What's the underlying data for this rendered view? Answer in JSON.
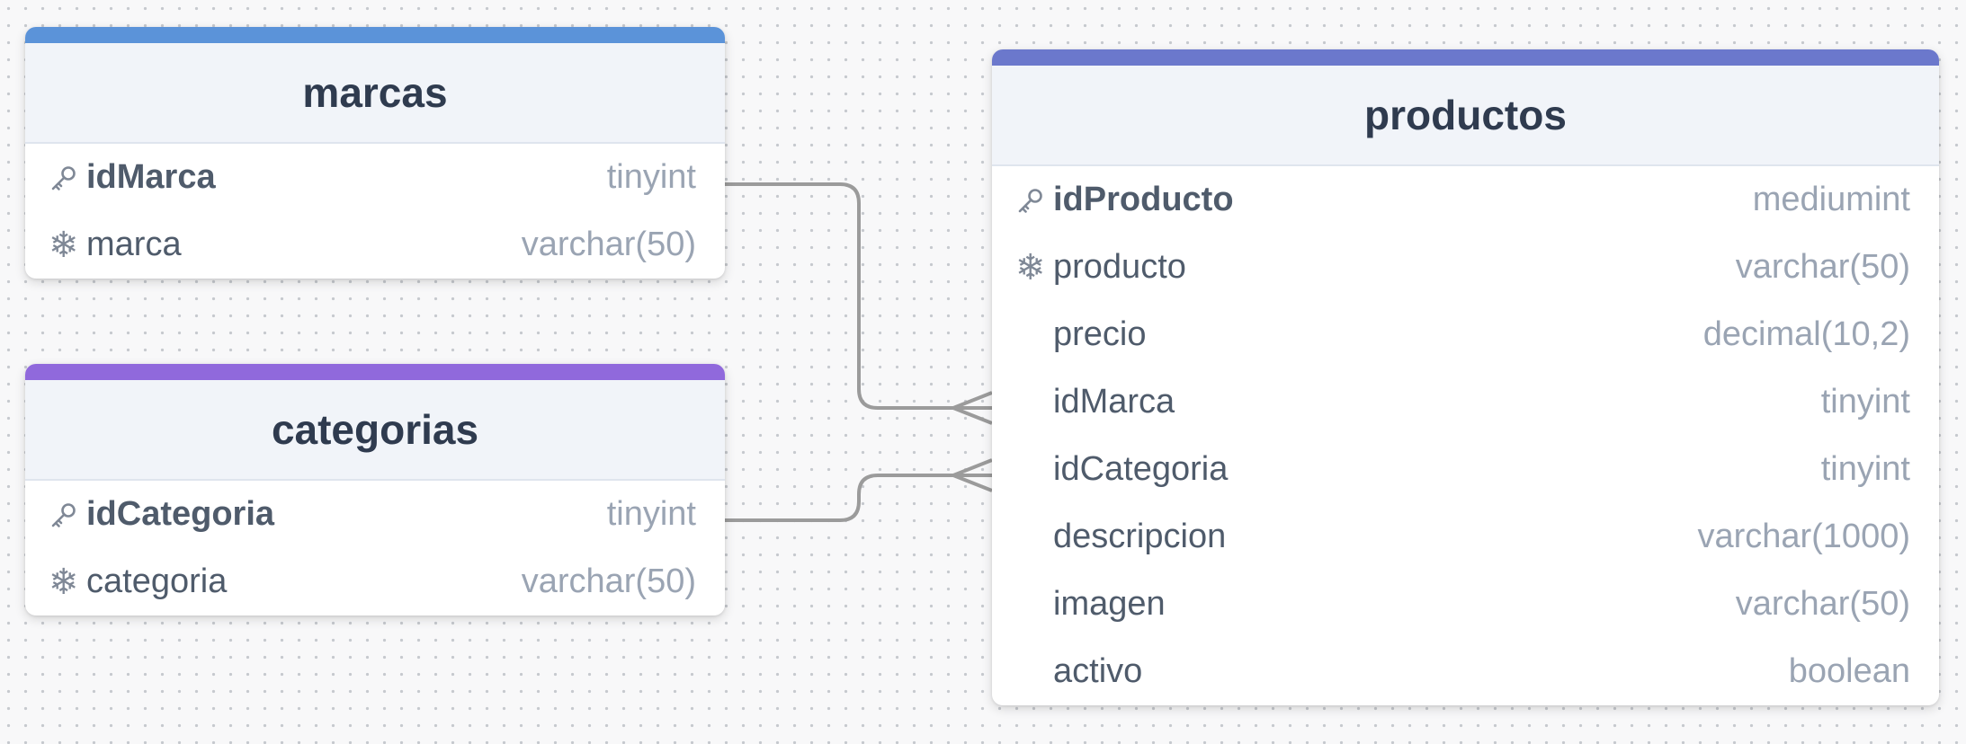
{
  "colors": {
    "marcas_accent": "#5b93d9",
    "categorias_accent": "#9069dc",
    "productos_accent": "#6b78cc",
    "relationship_line": "#9b9b9b"
  },
  "tables": {
    "marcas": {
      "title": "marcas",
      "rows": [
        {
          "name": "idMarca",
          "type": "tinyint",
          "icon": "key-icon"
        },
        {
          "name": "marca",
          "type": "varchar(50)",
          "icon": "unique-icon"
        }
      ]
    },
    "categorias": {
      "title": "categorias",
      "rows": [
        {
          "name": "idCategoria",
          "type": "tinyint",
          "icon": "key-icon"
        },
        {
          "name": "categoria",
          "type": "varchar(50)",
          "icon": "unique-icon"
        }
      ]
    },
    "productos": {
      "title": "productos",
      "rows": [
        {
          "name": "idProducto",
          "type": "mediumint",
          "icon": "key-icon"
        },
        {
          "name": "producto",
          "type": "varchar(50)",
          "icon": "unique-icon"
        },
        {
          "name": "precio",
          "type": "decimal(10,2)"
        },
        {
          "name": "idMarca",
          "type": "tinyint"
        },
        {
          "name": "idCategoria",
          "type": "tinyint"
        },
        {
          "name": "descripcion",
          "type": "varchar(1000)"
        },
        {
          "name": "imagen",
          "type": "varchar(50)"
        },
        {
          "name": "activo",
          "type": "boolean"
        }
      ]
    }
  },
  "relationships": [
    {
      "from": "marcas.idMarca",
      "to": "productos.idMarca",
      "cardinality": "one-to-many"
    },
    {
      "from": "categorias.idCategoria",
      "to": "productos.idCategoria",
      "cardinality": "one-to-many"
    }
  ]
}
